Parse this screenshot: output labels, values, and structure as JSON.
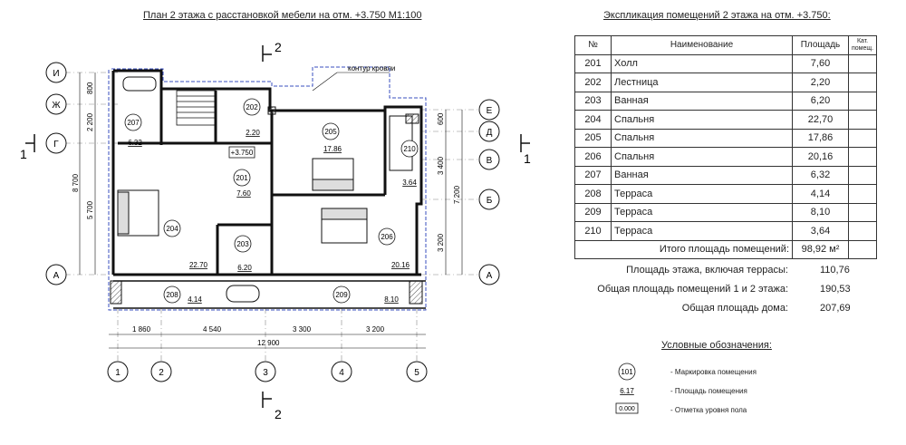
{
  "plan": {
    "title": "План 2 этажа с расстановкой мебели на отм. +3.750 М1:100",
    "section_label": "2",
    "section_label_side": "1",
    "roof_contour_label": "контур кровли",
    "axes_letters": [
      "И",
      "Ж",
      "Г",
      "А",
      "Е",
      "Д",
      "В",
      "Б",
      "А"
    ],
    "axes_numbers": [
      "1",
      "2",
      "3",
      "4",
      "5"
    ],
    "dims_bottom": [
      "1 860",
      "4 540",
      "3 300",
      "3 200"
    ],
    "dims_total": "12 900",
    "dims_left": [
      "800",
      "2 200",
      "8 700",
      "5 700"
    ],
    "dims_right": [
      "600",
      "3 400",
      "7 200",
      "3 200"
    ],
    "room_marks": [
      "207",
      "202",
      "205",
      "210",
      "201",
      "204",
      "203",
      "206",
      "208",
      "209"
    ],
    "room_areas": [
      "6.32",
      "2.20",
      "17.86",
      "3.64",
      "7.60",
      "22.70",
      "6.20",
      "20.16",
      "4.14",
      "8.10"
    ],
    "level_mark": "+3.750"
  },
  "table": {
    "title": "Экспликация помещений 2 этажа на отм. +3.750:",
    "headers": {
      "num": "№",
      "name": "Наименование",
      "area": "Площадь",
      "cat": "Кат. помещ."
    },
    "rows": [
      {
        "num": "201",
        "name": "Холл",
        "area": "7,60"
      },
      {
        "num": "202",
        "name": "Лестница",
        "area": "2,20"
      },
      {
        "num": "203",
        "name": "Ванная",
        "area": "6,20"
      },
      {
        "num": "204",
        "name": "Спальня",
        "area": "22,70"
      },
      {
        "num": "205",
        "name": "Спальня",
        "area": "17,86"
      },
      {
        "num": "206",
        "name": "Спальня",
        "area": "20,16"
      },
      {
        "num": "207",
        "name": "Ванная",
        "area": "6,32"
      },
      {
        "num": "208",
        "name": "Терраса",
        "area": "4,14"
      },
      {
        "num": "209",
        "name": "Терраса",
        "area": "8,10"
      },
      {
        "num": "210",
        "name": "Терраса",
        "area": "3,64"
      }
    ],
    "total_label": "Итого площадь помещений:",
    "total_value": "98,92 м²"
  },
  "summary": [
    {
      "label": "Площадь этажа, включая террасы:",
      "value": "110,76"
    },
    {
      "label": "Общая площадь помещений 1 и 2 этажа:",
      "value": "190,53"
    },
    {
      "label": "Общая площадь дома:",
      "value": "207,69"
    }
  ],
  "legend": {
    "title": "Условные обозначения:",
    "items": [
      {
        "symbol": "101",
        "text": "- Маркировка помещения"
      },
      {
        "symbol": "6.17",
        "text": "- Площадь помещения"
      },
      {
        "symbol": "0.000",
        "text": "- Отметка уровня пола"
      }
    ]
  }
}
